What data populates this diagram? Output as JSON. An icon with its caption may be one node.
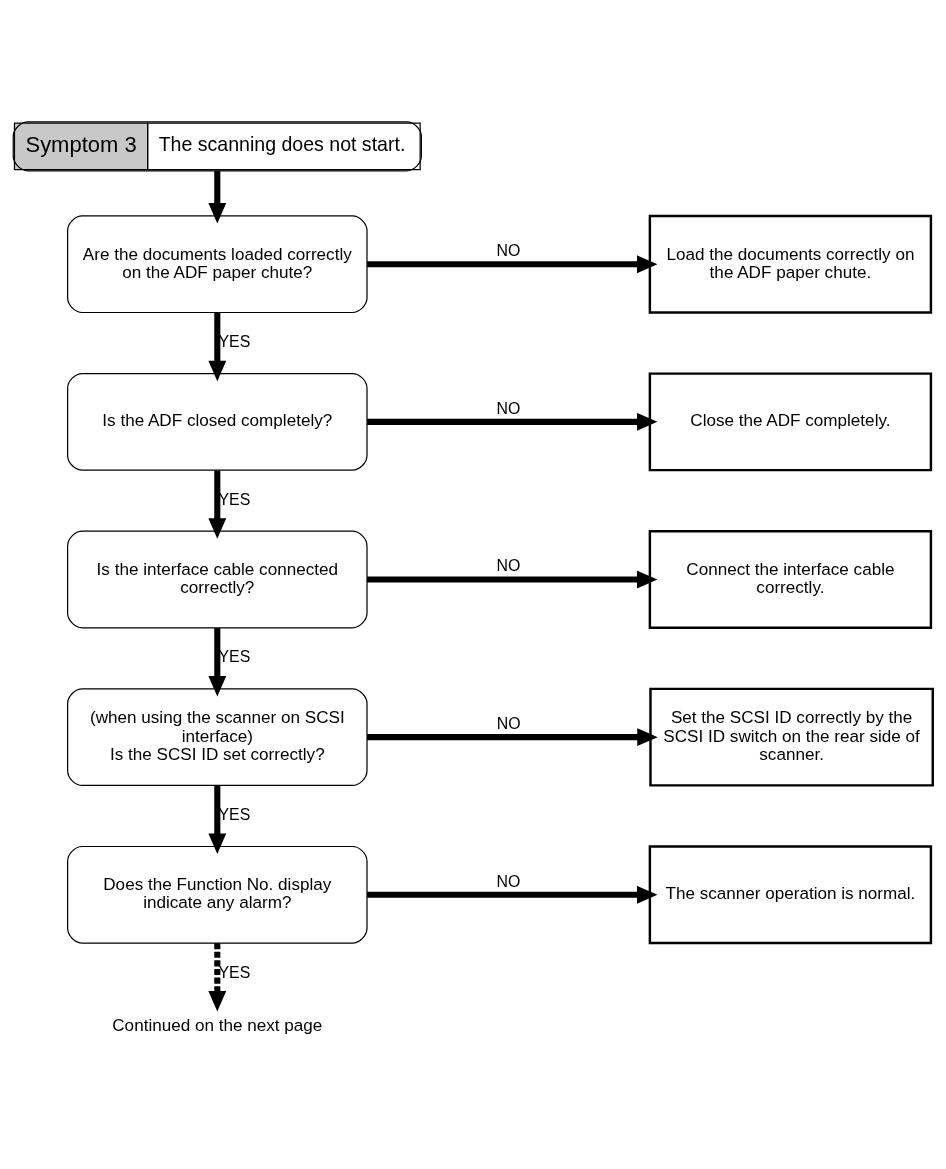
{
  "diagram": {
    "nodes": [
      {
        "text": [
          "Symptom 3",
          "The scanning does not start."
        ]
      },
      {
        "text": [
          "Are the documents loaded correctly on the ADF paper chute?"
        ]
      },
      {
        "text": [
          "Load the documents correctly on the ADF paper chute."
        ]
      },
      {
        "text": [
          "Is the ADF closed completely?"
        ]
      },
      {
        "text": [
          "Close the ADF completely."
        ]
      },
      {
        "text": [
          "Is the interface cable connected correctly?"
        ]
      },
      {
        "text": [
          "Connect the interface cable correctly."
        ]
      },
      {
        "text": [
          "(when using the scanner on SCSI interface)",
          "Is the SCSI ID set correctly?"
        ]
      },
      {
        "text": [
          "Set the SCSI ID correctly by the SCSI ID switch on the rear side of scanner."
        ]
      },
      {
        "text": [
          "Does the Function No. display indicate any alarm?"
        ]
      },
      {
        "text": [
          "The scanner operation is normal."
        ]
      },
      {
        "text": [
          "Continued on the next page"
        ]
      }
    ],
    "edges": [
      {
        "from": 0,
        "to": 1,
        "arrow": "to"
      },
      {
        "from": 1,
        "to": 2,
        "arrow": "to",
        "label": "NO"
      },
      {
        "from": 1,
        "to": 3,
        "arrow": "to",
        "label": "YES"
      },
      {
        "from": 3,
        "to": 4,
        "arrow": "to",
        "label": "NO"
      },
      {
        "from": 3,
        "to": 5,
        "arrow": "to",
        "label": "YES"
      },
      {
        "from": 5,
        "to": 6,
        "arrow": "to",
        "label": "NO"
      },
      {
        "from": 5,
        "to": 7,
        "arrow": "to",
        "label": "YES"
      },
      {
        "from": 7,
        "to": 8,
        "arrow": "to",
        "label": "NO"
      },
      {
        "from": 7,
        "to": 9,
        "arrow": "to",
        "label": "YES"
      },
      {
        "from": 9,
        "to": 10,
        "arrow": "to",
        "label": "NO"
      },
      {
        "from": 9,
        "to": 11,
        "arrow": "to",
        "label": "YES",
        "style": "dashed"
      }
    ]
  }
}
